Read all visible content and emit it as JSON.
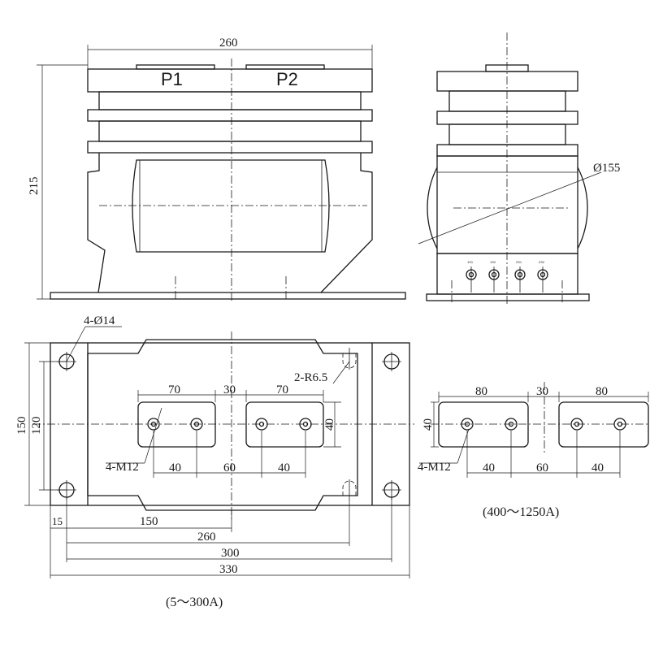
{
  "front_view": {
    "terminal_labels": [
      "P1",
      "P2"
    ],
    "dim_width": "260",
    "dim_height": "215"
  },
  "side_view": {
    "dim_diameter": "Ø155",
    "secondary_terminal_labels": [
      "1S1",
      "1S2",
      "2S1",
      "2S2"
    ]
  },
  "base_plan": {
    "dim_hole": "4-Ø14",
    "dim_slot": "2-R6.5",
    "dim_pad_width": "70",
    "dim_pad_gap": "30",
    "dim_pad_height": "40",
    "dim_thread": "4-M12",
    "dim_hole_spacing": "40",
    "dim_hole_gap": "60",
    "dim_overall_height": "150",
    "dim_inner_height": "120",
    "dim_edge": "15",
    "dim_half": "150",
    "dim_260": "260",
    "dim_300": "300",
    "dim_330": "330",
    "caption": "(5～300A)"
  },
  "alt_pads": {
    "dim_pad_width": "80",
    "dim_pad_gap": "30",
    "dim_pad_height": "40",
    "dim_thread": "4-M12",
    "dim_hole_spacing": "40",
    "dim_hole_gap": "60",
    "caption": "(400～1250A)"
  }
}
